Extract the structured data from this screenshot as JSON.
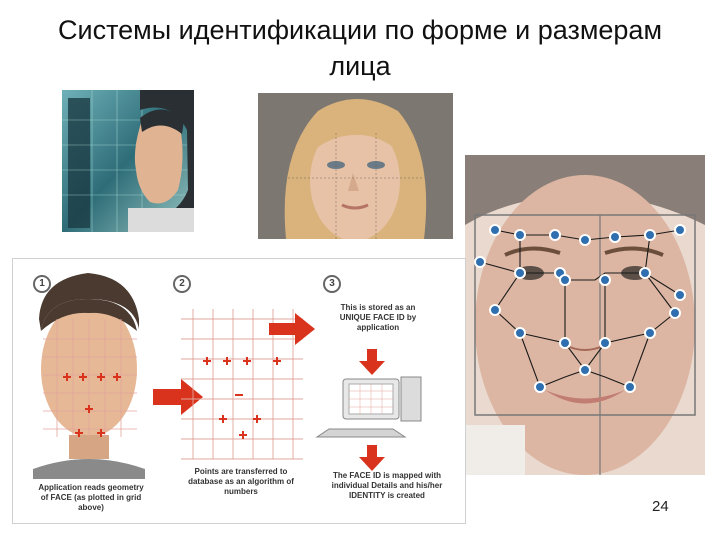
{
  "slide": {
    "title_line1": "Системы идентификации по форме и размерам",
    "title_line2": "лица",
    "page_number": "24"
  },
  "diagram": {
    "step1": "1",
    "step2": "2",
    "step3": "3",
    "caption1": "Application reads geometry of FACE (as plotted in grid above)",
    "caption2": "Points are transferred to database as an algorithm of numbers",
    "caption3_top": "This is stored as an UNIQUE FACE ID by application",
    "caption3_bottom": "The FACE ID is mapped with individual Details and his/her IDENTITY is created"
  },
  "colors": {
    "arrow": "#d9331e",
    "grid": "#e2a59c",
    "node": "#2f6fb0"
  }
}
